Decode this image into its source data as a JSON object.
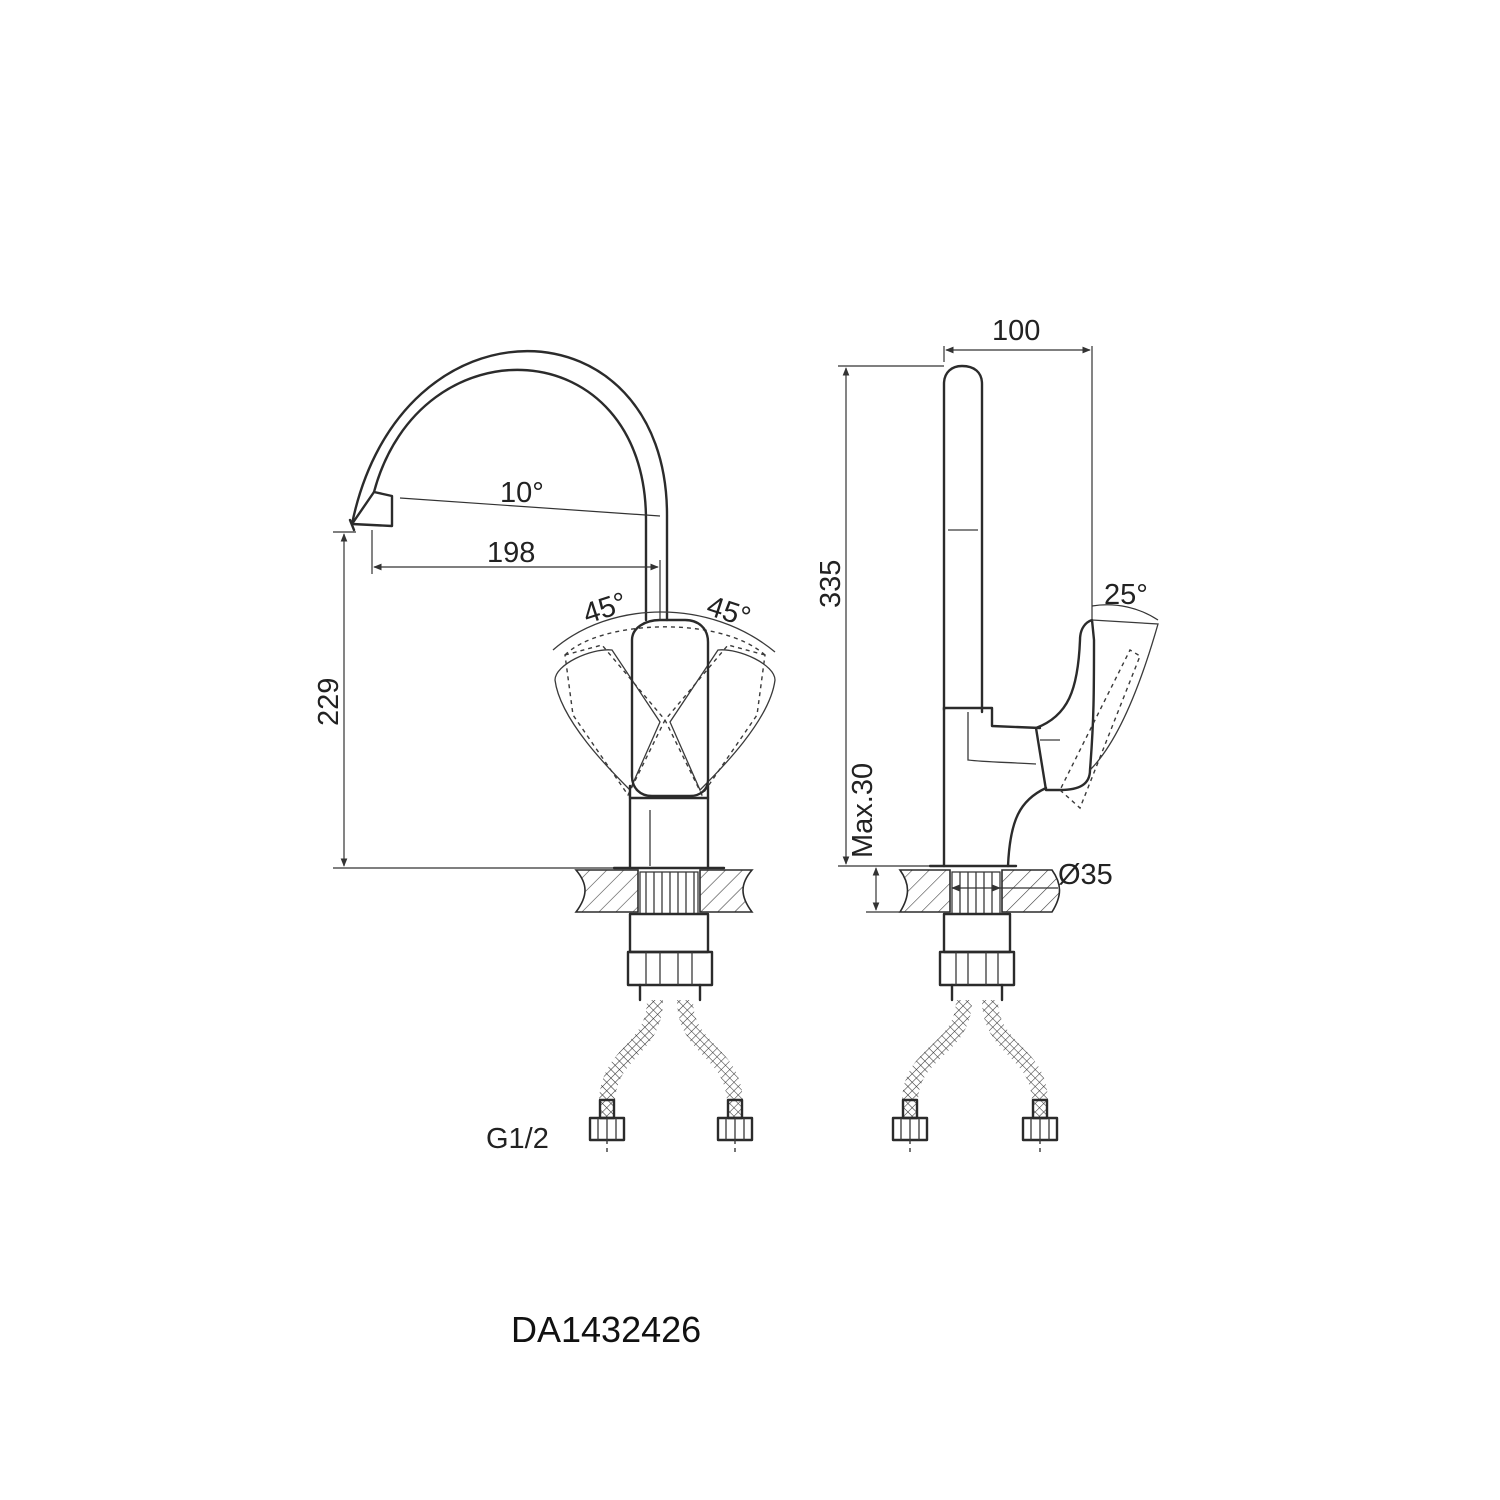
{
  "dimensions": {
    "spout_angle": "10°",
    "spout_reach": "198",
    "handle_left_angle": "45°",
    "handle_right_angle": "45°",
    "spout_height": "229",
    "side_width": "100",
    "total_height": "335",
    "handle_tilt": "25°",
    "deck_thickness": "Max.30",
    "mounting_hole": "Ø35",
    "connection": "G1/2"
  },
  "model_number": "DA1432426"
}
